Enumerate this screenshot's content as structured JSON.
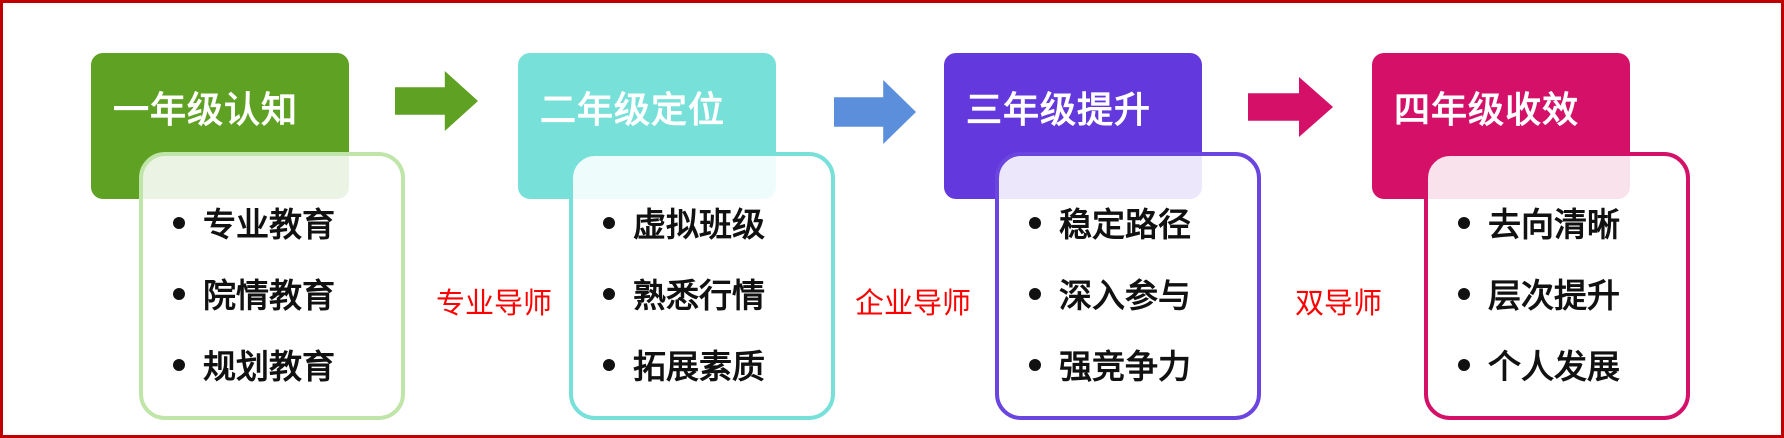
{
  "stages": [
    {
      "title": "一年级认知",
      "items": [
        "专业教育",
        "院情教育",
        "规划教育"
      ],
      "color": "#5fa123",
      "border": "#bfe5a8"
    },
    {
      "title": "二年级定位",
      "items": [
        "虚拟班级",
        "熟悉行情",
        "拓展素质"
      ],
      "color": "#76e0d9",
      "border": "#76e0d9"
    },
    {
      "title": "三年级提升",
      "items": [
        "稳定路径",
        "深入参与",
        "强竞争力"
      ],
      "color": "#6338dc",
      "border": "#6b45e0"
    },
    {
      "title": "四年级收效",
      "items": [
        "去向清晰",
        "层次提升",
        "个人发展"
      ],
      "color": "#d41068",
      "border": "#d41068"
    }
  ],
  "mentors": [
    "专业导师",
    "企业导师",
    "双导师"
  ],
  "arrow_colors": [
    "#5fa123",
    "#5b8fdc",
    "#d41068"
  ],
  "icons": [
    "arrow-right-icon",
    "bullet-icon"
  ]
}
